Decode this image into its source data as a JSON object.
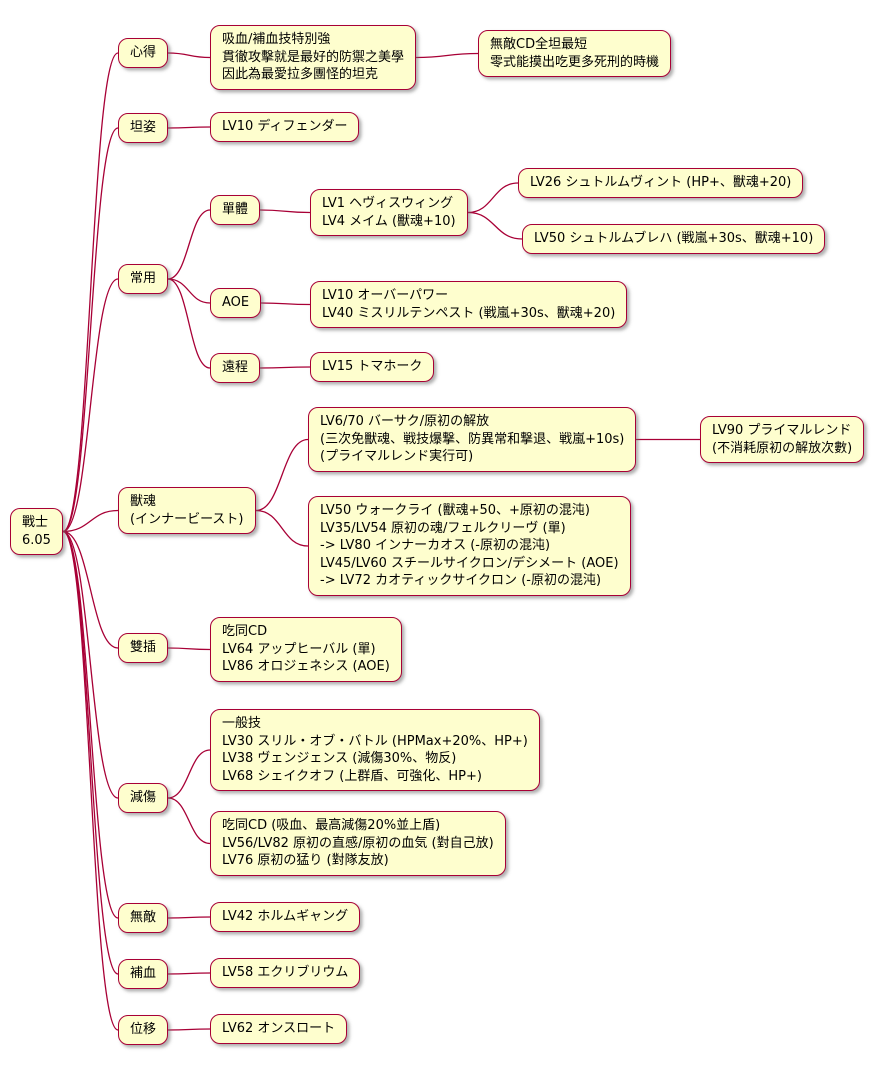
{
  "style": {
    "node_bg": "#FEFECE",
    "node_border": "#A80036",
    "line_color": "#A80036",
    "text_color": "#000000"
  },
  "nodes": {
    "root": "戰士\n6.05",
    "tips": "心得",
    "tips_detail": "吸血/補血技特別強\n貫徹攻擊就是最好的防禦之美學\n因此為最愛拉多團怪的坦克",
    "tips_note": "無敵CD全坦最短\n零式能摸出吃更多死刑的時機",
    "stance": "坦姿",
    "stance_detail": "LV10 ディフェンダー",
    "common": "常用",
    "single": "單體",
    "single_detail": "LV1 ヘヴィスウィング\nLV4 メイム (獸魂+10)",
    "single_lv26": "LV26 シュトルムヴィント (HP+、獸魂+20)",
    "single_lv50": "LV50 シュトルムブレハ (戦嵐+30s、獸魂+10)",
    "aoe": "AOE",
    "aoe_detail": "LV10 オーバーパワー\nLV40 ミスリルテンペスト (戦嵐+30s、獸魂+20)",
    "ranged": "遠程",
    "ranged_detail": "LV15 トマホーク",
    "beast": "獸魂\n(インナービースト)",
    "beast_berserk": "LV6/70 バーサク/原初の解放\n(三次免獸魂、戦技爆撃、防異常和撃退、戦嵐+10s)\n(プライマルレンド実行可)",
    "beast_primal_rend": "LV90 プライマルレンド\n(不消耗原初の解放次數)",
    "beast_gauge": "LV50 ウォークライ (獸魂+50、+原初の混沌)\nLV35/LV54 原初の魂/フェルクリーヴ (單)\n-> LV80 インナーカオス (-原初の混沌)\nLV45/LV60 スチールサイクロン/デシメート (AOE)\n-> LV72 カオティックサイクロン (-原初の混沌)",
    "weave": "雙插",
    "weave_detail": "吃同CD\nLV64 アップヒーバル (單)\nLV86 オロジェネシス (AOE)",
    "mitigation": "減傷",
    "mitigation_general": "一般技\nLV30 スリル・オブ・バトル (HPMax+20%、HP+)\nLV38 ヴェンジェンス (減傷30%、物反)\nLV68 シェイクオフ (上群盾、可強化、HP+)",
    "mitigation_cd": "吃同CD (吸血、最高減傷20%並上盾)\nLV56/LV82 原初の直感/原初の血気 (對自己放)\nLV76 原初の猛り (對隊友放)",
    "invuln": "無敵",
    "invuln_detail": "LV42 ホルムギャング",
    "heal": "補血",
    "heal_detail": "LV58 エクリブリウム",
    "movement": "位移",
    "movement_detail": "LV62 オンスロート"
  }
}
